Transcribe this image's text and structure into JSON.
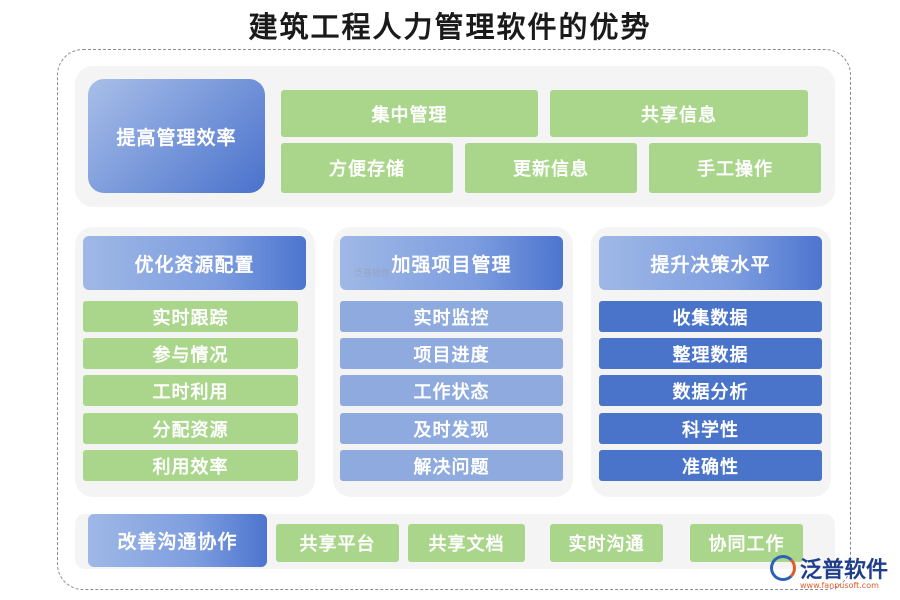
{
  "title": "建筑工程人力管理软件的优势",
  "sections": {
    "efficiency": {
      "heading": "提高管理效率",
      "items": [
        "集中管理",
        "共享信息",
        "方便存储",
        "更新信息",
        "手工操作"
      ]
    },
    "resources": {
      "heading": "优化资源配置",
      "items": [
        "实时跟踪",
        "参与情况",
        "工时利用",
        "分配资源",
        "利用效率"
      ]
    },
    "projects": {
      "heading": "加强项目管理",
      "items": [
        "实时监控",
        "项目进度",
        "工作状态",
        "及时发现",
        "解决问题"
      ]
    },
    "decisions": {
      "heading": "提升决策水平",
      "items": [
        "收集数据",
        "整理数据",
        "数据分析",
        "科学性",
        "准确性"
      ]
    },
    "communication": {
      "heading": "改善沟通协作",
      "items": [
        "共享平台",
        "共享文档",
        "实时沟通",
        "协同工作"
      ]
    }
  },
  "watermark": "泛普软件",
  "logo": {
    "name": "泛普软件",
    "url": "www.fanpusoft.com"
  },
  "colors": {
    "green": "#a9d68b",
    "light_blue": "#8eaade",
    "dark_blue": "#4a74c9",
    "header_blue": "#4d75cf"
  }
}
